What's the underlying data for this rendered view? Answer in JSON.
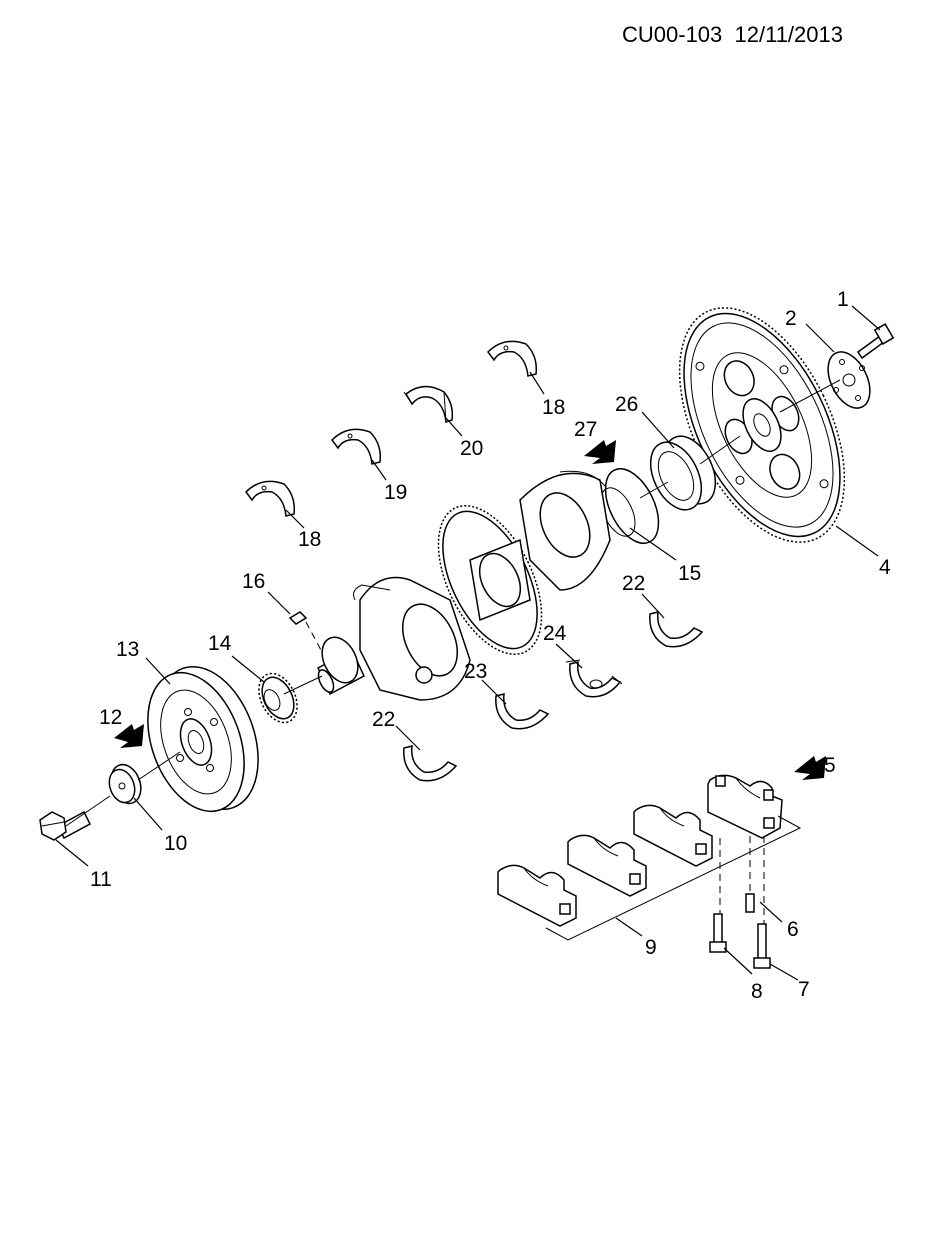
{
  "header": {
    "doc_code": "CU00-103",
    "date": "12/11/2013"
  },
  "callouts": [
    {
      "id": "1",
      "text": "1"
    },
    {
      "id": "2",
      "text": "2"
    },
    {
      "id": "4",
      "text": "4"
    },
    {
      "id": "5",
      "text": "5"
    },
    {
      "id": "6",
      "text": "6"
    },
    {
      "id": "7",
      "text": "7"
    },
    {
      "id": "8",
      "text": "8"
    },
    {
      "id": "9",
      "text": "9"
    },
    {
      "id": "10",
      "text": "10"
    },
    {
      "id": "11",
      "text": "11"
    },
    {
      "id": "12",
      "text": "12"
    },
    {
      "id": "13",
      "text": "13"
    },
    {
      "id": "14",
      "text": "14"
    },
    {
      "id": "15",
      "text": "15"
    },
    {
      "id": "16",
      "text": "16"
    },
    {
      "id": "18a",
      "text": "18"
    },
    {
      "id": "18b",
      "text": "18"
    },
    {
      "id": "19",
      "text": "19"
    },
    {
      "id": "20",
      "text": "20"
    },
    {
      "id": "22a",
      "text": "22"
    },
    {
      "id": "22b",
      "text": "22"
    },
    {
      "id": "23",
      "text": "23"
    },
    {
      "id": "24",
      "text": "24"
    },
    {
      "id": "26",
      "text": "26"
    },
    {
      "id": "27",
      "text": "27"
    }
  ]
}
